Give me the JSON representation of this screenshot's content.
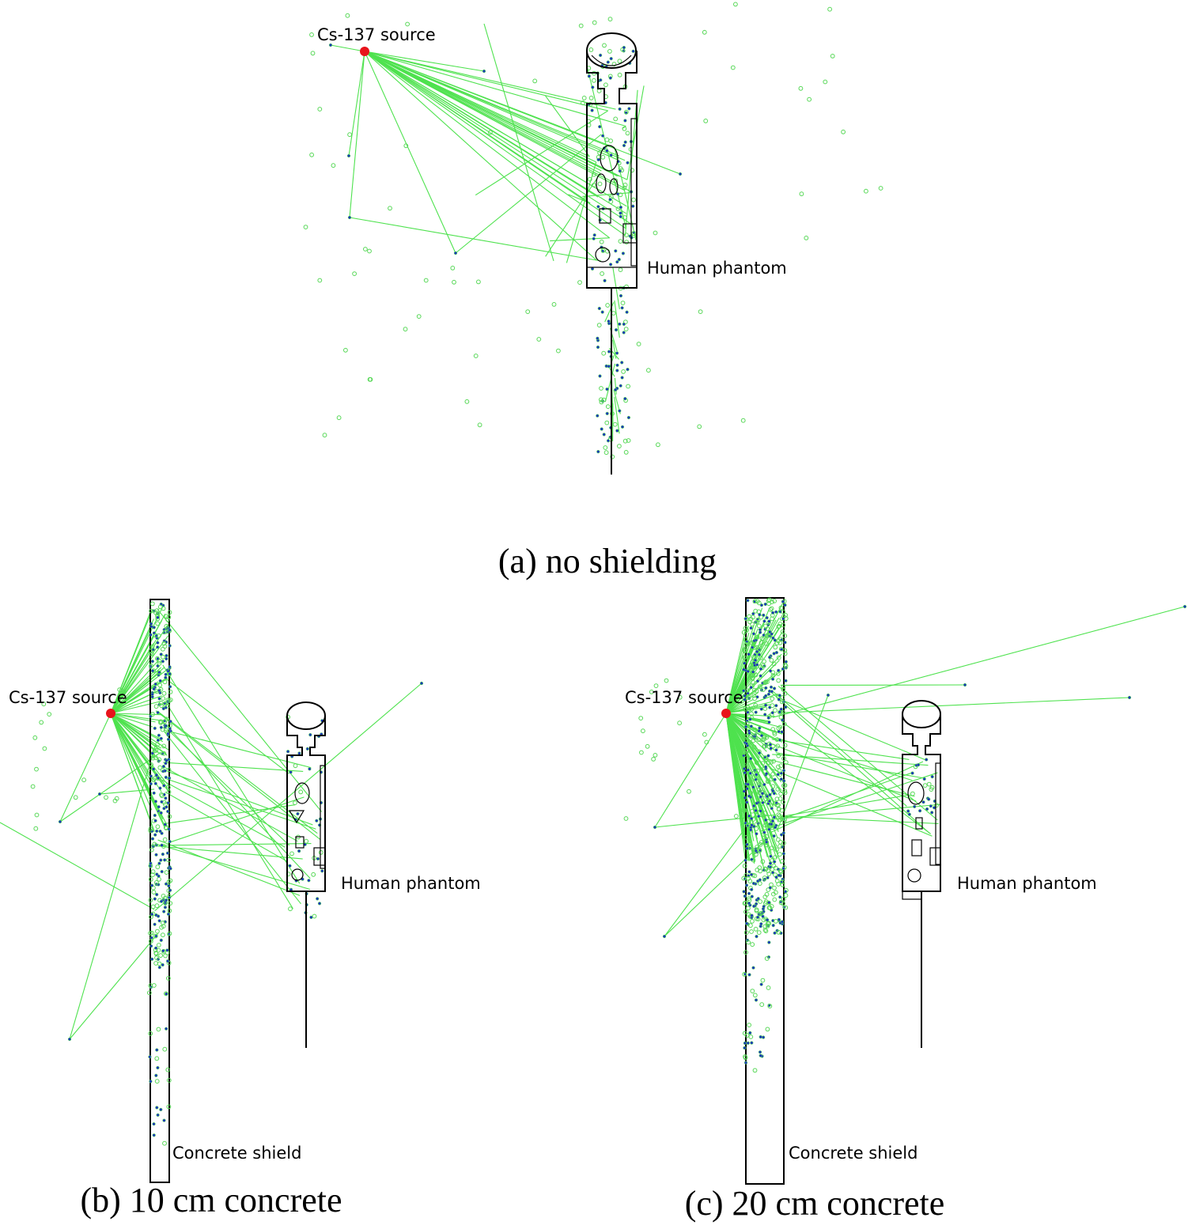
{
  "colors": {
    "track": "#4ee24e",
    "hit_open": "#58d858",
    "interaction": "#1a2fbf",
    "source": "#e8141c",
    "outline": "#000000"
  },
  "panels": [
    {
      "id": "a",
      "caption": "(a) no shielding",
      "source_label": "Cs-137 source",
      "phantom_label": "Human phantom"
    },
    {
      "id": "b",
      "caption": "(b) 10 cm concrete",
      "source_label": "Cs-137 source",
      "phantom_label": "Human phantom",
      "shield_label": "Concrete shield"
    },
    {
      "id": "c",
      "caption": "(c) 20 cm concrete",
      "source_label": "Cs-137 source",
      "phantom_label": "Human phantom",
      "shield_label": "Concrete shield"
    }
  ]
}
